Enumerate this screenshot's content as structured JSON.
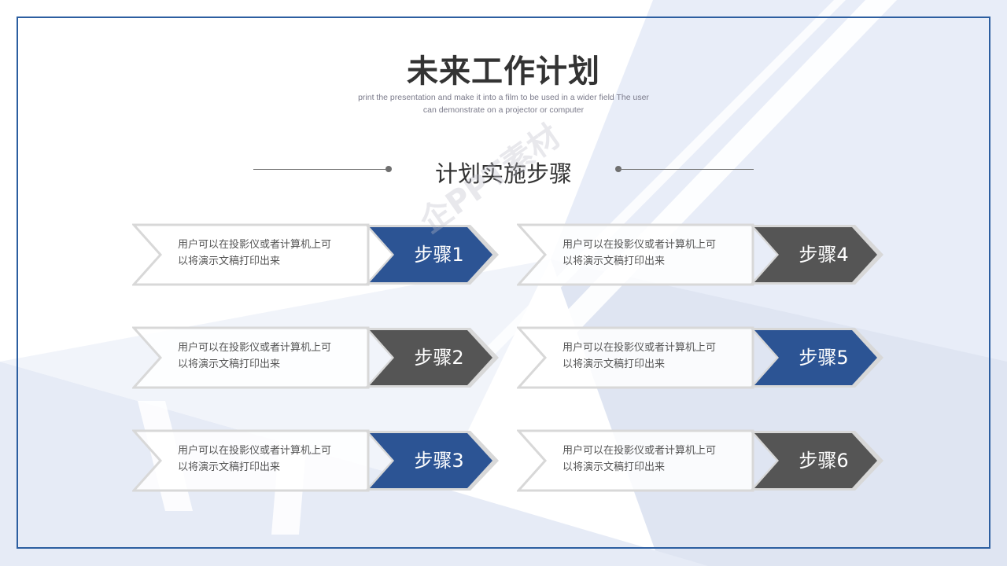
{
  "colors": {
    "frame": "#2c5ea0",
    "blue_step": "#2c5494",
    "gray_step": "#555555",
    "outline": "#d8d8d8",
    "bg_shape": "#e4eaf6"
  },
  "header": {
    "title": "未来工作计划",
    "subtitle_line1": "print the presentation and make it into a film to be used in a wider field The user",
    "subtitle_line2": "can demonstrate on a projector or computer"
  },
  "section": {
    "title": "计划实施步骤"
  },
  "steps": [
    {
      "label": "步骤1",
      "line1": "用户可以在投影仪或者计算机上可",
      "line2": "以将演示文稿打印出来",
      "color": "#2c5494"
    },
    {
      "label": "步骤2",
      "line1": "用户可以在投影仪或者计算机上可",
      "line2": "以将演示文稿打印出来",
      "color": "#555555"
    },
    {
      "label": "步骤3",
      "line1": "用户可以在投影仪或者计算机上可",
      "line2": "以将演示文稿打印出来",
      "color": "#2c5494"
    },
    {
      "label": "步骤4",
      "line1": "用户可以在投影仪或者计算机上可",
      "line2": "以将演示文稿打印出来",
      "color": "#555555"
    },
    {
      "label": "步骤5",
      "line1": "用户可以在投影仪或者计算机上可",
      "line2": "以将演示文稿打印出来",
      "color": "#2c5494"
    },
    {
      "label": "步骤6",
      "line1": "用户可以在投影仪或者计算机上可",
      "line2": "以将演示文稿打印出来",
      "color": "#555555"
    }
  ],
  "watermark": "企PPT素材"
}
